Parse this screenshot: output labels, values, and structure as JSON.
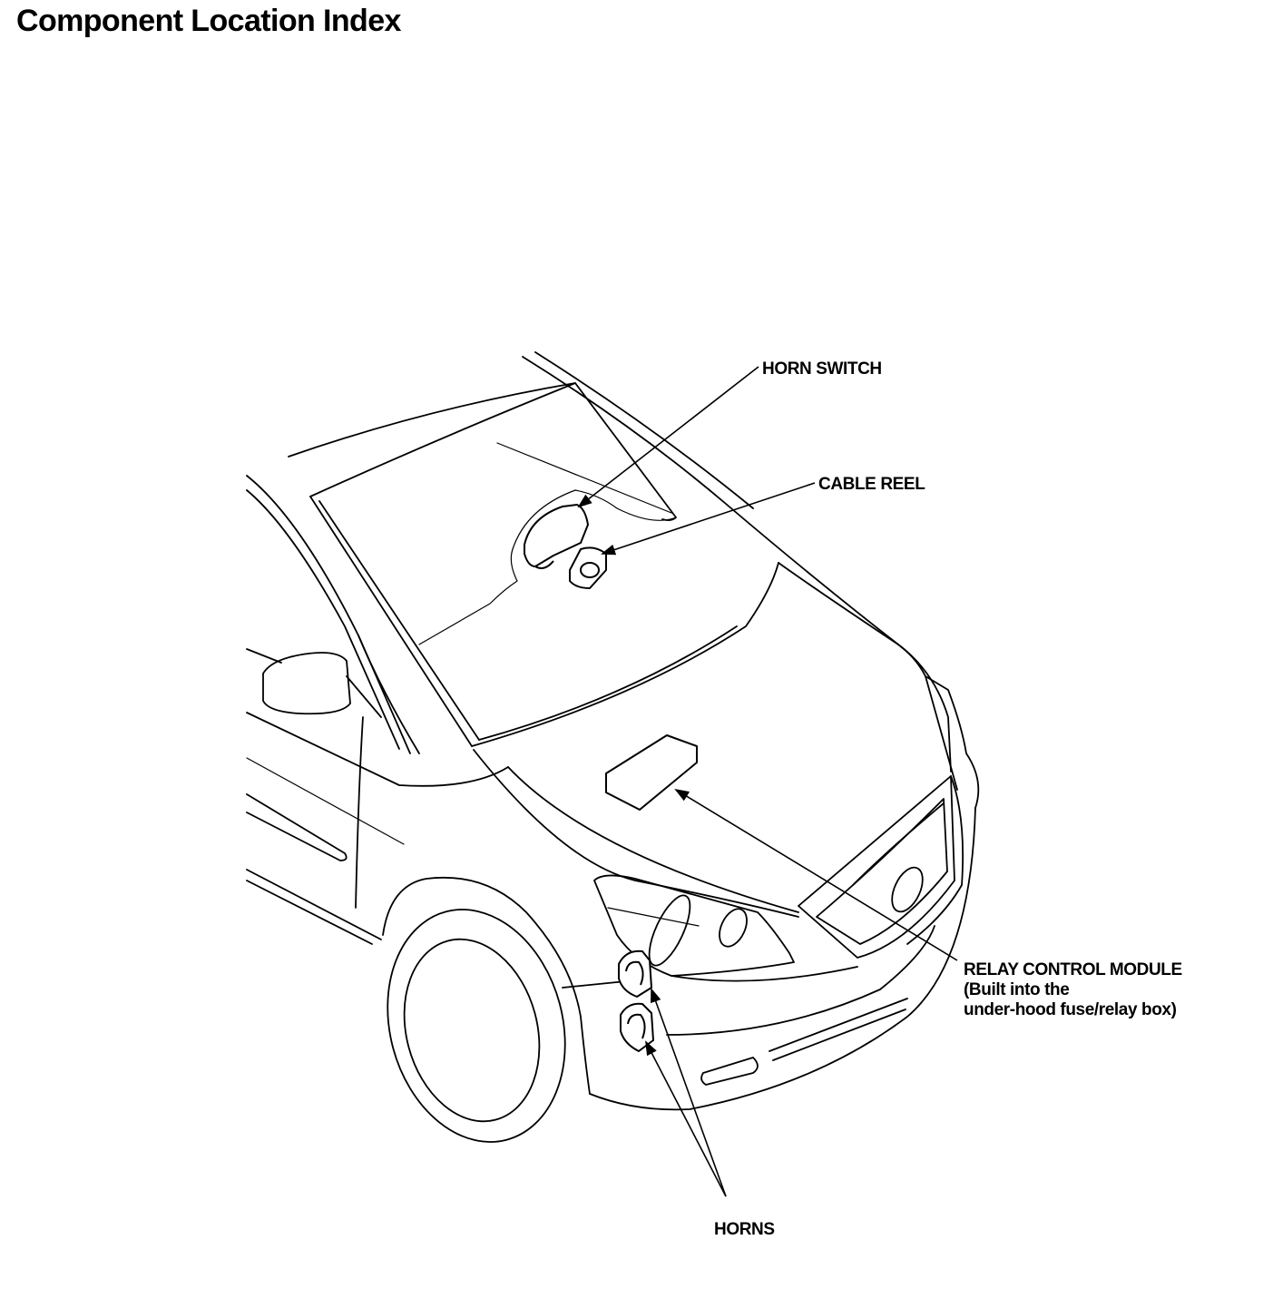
{
  "page": {
    "title": "Component Location Index"
  },
  "labels": {
    "horn_switch": "HORN SWITCH",
    "cable_reel": "CABLE REEL",
    "relay_module_line1": "RELAY CONTROL MODULE",
    "relay_module_line2": "(Built into the",
    "relay_module_line3": "under-hood fuse/relay box)",
    "horns": "HORNS"
  },
  "icons": [
    "car-outline",
    "horn-switch-icon",
    "cable-reel-icon",
    "relay-box-icon",
    "horn-icon"
  ]
}
